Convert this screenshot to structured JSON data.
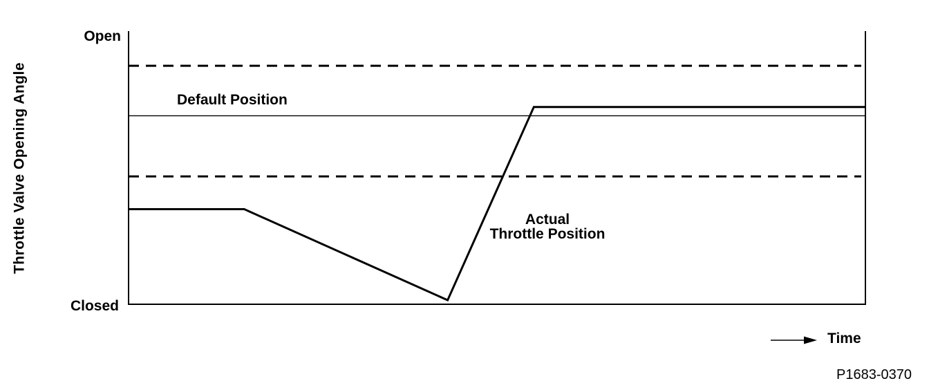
{
  "figure": {
    "y_axis_label": "Throttle Valve Opening Angle",
    "y_top_label": "Open",
    "y_bottom_label": "Closed",
    "x_axis_label": "Time",
    "default_position_label": "Default Position",
    "actual_label_line1": "Actual",
    "actual_label_line2": "Throttle Position",
    "part_number": "P1683-0370"
  },
  "colors": {
    "line": "#000000",
    "background": "#ffffff"
  },
  "chart_data": {
    "type": "line",
    "title": "",
    "xlabel": "Time",
    "ylabel": "Throttle Valve Opening Angle",
    "x_range": [
      0,
      1
    ],
    "y_range": [
      0,
      1
    ],
    "y_tick_labels": [
      "Closed",
      "Open"
    ],
    "grid": false,
    "legend_position": "none",
    "series": [
      {
        "name": "Actual Throttle Position",
        "style": "solid-thick",
        "points": [
          [
            0,
            0.348
          ],
          [
            0.157,
            0.348
          ],
          [
            0.433,
            0.015
          ],
          [
            0.55,
            0.722
          ],
          [
            1.0,
            0.722
          ]
        ]
      }
    ],
    "reference_lines": [
      {
        "name": "Default Position",
        "value": 0.69,
        "style": "solid-thin"
      },
      {
        "name": "upper-tolerance",
        "value": 0.873,
        "style": "dashed"
      },
      {
        "name": "lower-tolerance",
        "value": 0.468,
        "style": "dashed"
      }
    ]
  }
}
